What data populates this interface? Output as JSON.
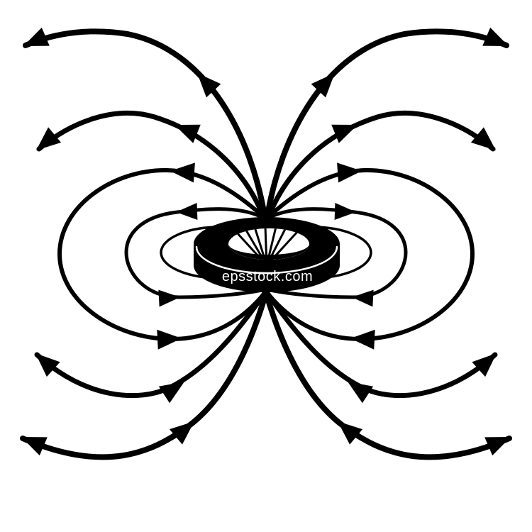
{
  "diagram": {
    "subject": "ring-magnet-magnetic-field",
    "description": "Magnetic field lines of an axially magnetized ring magnet, shown as nested loops and open arcs with arrowheads circulating out of the top pole and into the bottom pole",
    "watermark": "epsstock.com",
    "colors": {
      "background": "#ffffff",
      "line": "#000000",
      "watermark_text": "#ffffff"
    },
    "field_lines": {
      "closed_loops_per_side": 3,
      "open_arcs_top_per_side": 2,
      "open_arcs_bottom_per_side": 2,
      "arrow_direction": "out of top, around the sides, into bottom"
    }
  }
}
